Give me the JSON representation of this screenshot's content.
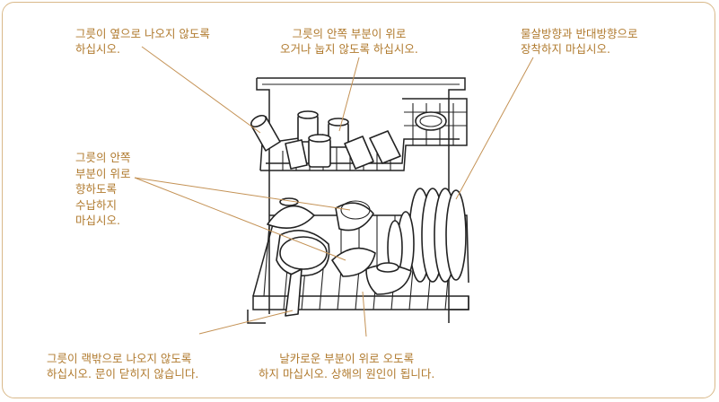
{
  "labels": {
    "side_stick_out": [
      "그릇이 옆으로 나오지 않도록",
      "하십시오."
    ],
    "inner_part_up": [
      "그릇의 안쪽 부분이 위로",
      "오거나 눕지 않도록 하십시오."
    ],
    "water_direction": [
      "물살방향과 반대방향으로",
      "장착하지 마십시오."
    ],
    "inner_face_down": [
      "그릇의 안쪽",
      "부분이 위로",
      "향하도록",
      "수납하지",
      "마십시오."
    ],
    "rack_outside": [
      "그릇이 랙밖으로 나오지 않도록",
      "하십시오. 문이 닫히지 않습니다."
    ],
    "sharp_part": [
      "날카로운 부분이 위로 오도록",
      "하지 마십시오. 상해의 원인이 됩니다."
    ]
  },
  "colors": {
    "label": "#b07a2e",
    "leader": "#c49255",
    "frame": "#d9b98a"
  }
}
